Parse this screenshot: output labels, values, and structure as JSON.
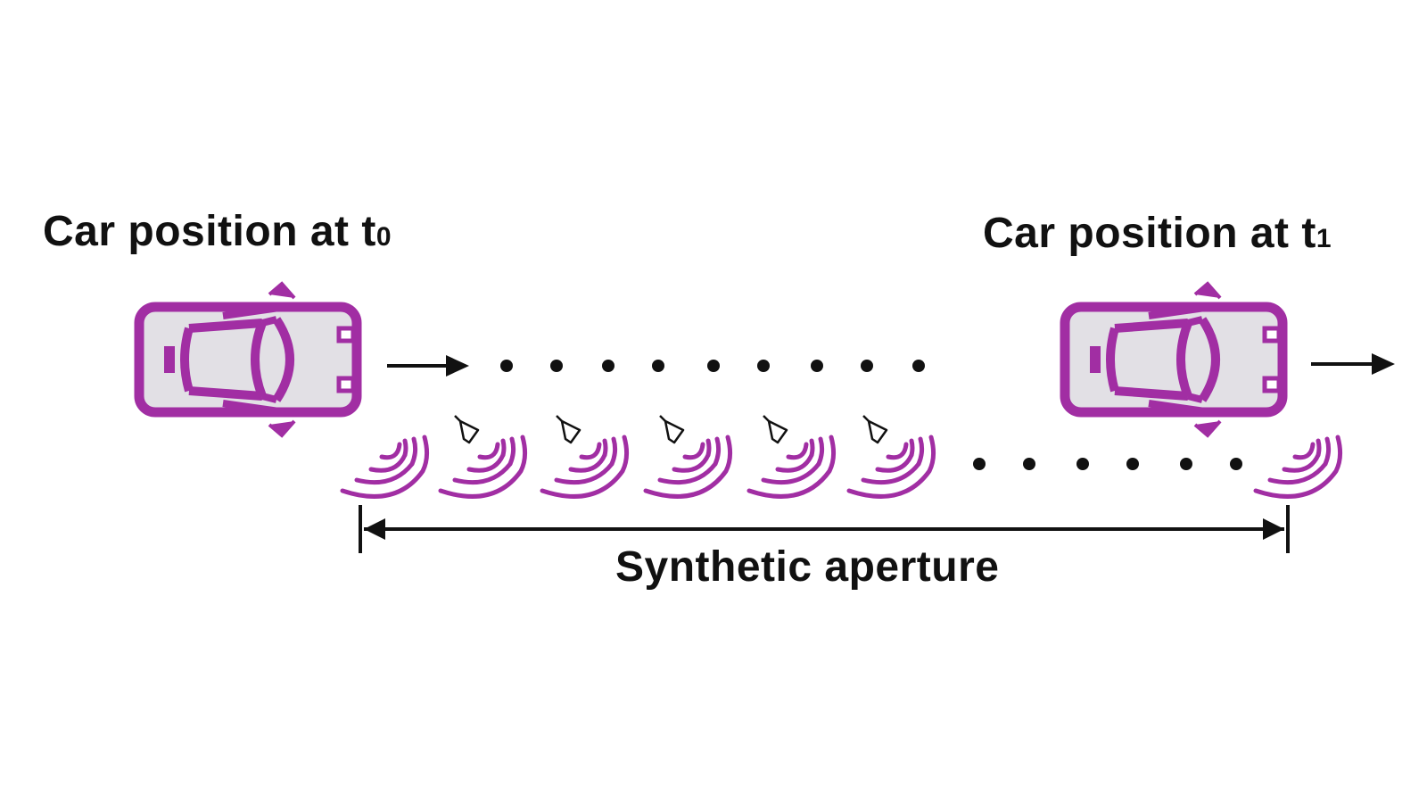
{
  "labels": {
    "start": {
      "text": "Car position at t",
      "subscript": "0"
    },
    "end": {
      "text": "Car position at t",
      "subscript": "1"
    },
    "aperture": "Synthetic aperture"
  },
  "colors": {
    "car_body": "#a12ea3",
    "car_fill": "#e2e0e5",
    "wave": "#a12ea3",
    "ink": "#111111"
  },
  "icons": [
    "car-icon",
    "radar-wave-icon",
    "sensor-icon",
    "dot-icon",
    "arrow-right-icon",
    "dimension-arrow-icon"
  ]
}
